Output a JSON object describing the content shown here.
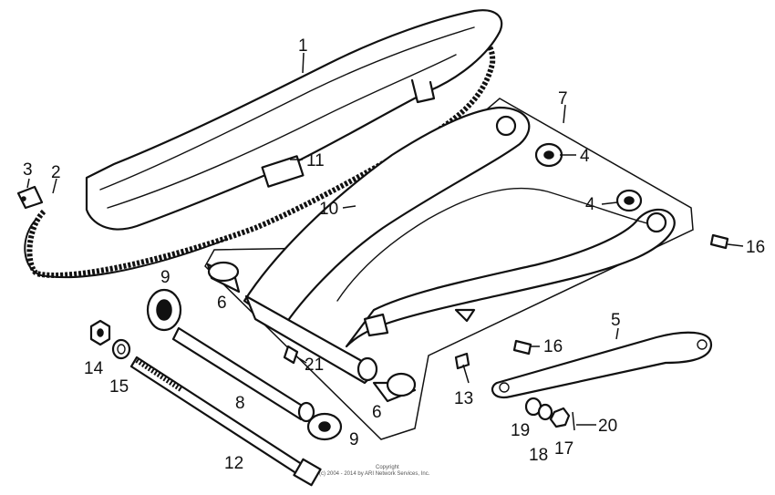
{
  "callouts": [
    {
      "id": "c1",
      "text": "1"
    },
    {
      "id": "c2",
      "text": "2"
    },
    {
      "id": "c3",
      "text": "3"
    },
    {
      "id": "c4a",
      "text": "4"
    },
    {
      "id": "c4b",
      "text": "4"
    },
    {
      "id": "c5",
      "text": "5"
    },
    {
      "id": "c6a",
      "text": "6"
    },
    {
      "id": "c6b",
      "text": "6"
    },
    {
      "id": "c7",
      "text": "7"
    },
    {
      "id": "c8",
      "text": "8"
    },
    {
      "id": "c9a",
      "text": "9"
    },
    {
      "id": "c9b",
      "text": "9"
    },
    {
      "id": "c10",
      "text": "10"
    },
    {
      "id": "c11",
      "text": "11"
    },
    {
      "id": "c12",
      "text": "12"
    },
    {
      "id": "c13",
      "text": "13"
    },
    {
      "id": "c14",
      "text": "14"
    },
    {
      "id": "c15",
      "text": "15"
    },
    {
      "id": "c16a",
      "text": "16"
    },
    {
      "id": "c16b",
      "text": "16"
    },
    {
      "id": "c17",
      "text": "17"
    },
    {
      "id": "c18",
      "text": "18"
    },
    {
      "id": "c19",
      "text": "19"
    },
    {
      "id": "c20",
      "text": "20"
    },
    {
      "id": "c21",
      "text": "21"
    }
  ],
  "copyright": {
    "line1": "Copyright",
    "line2": "(c) 2004 - 2014 by ARI Network Services, Inc."
  }
}
